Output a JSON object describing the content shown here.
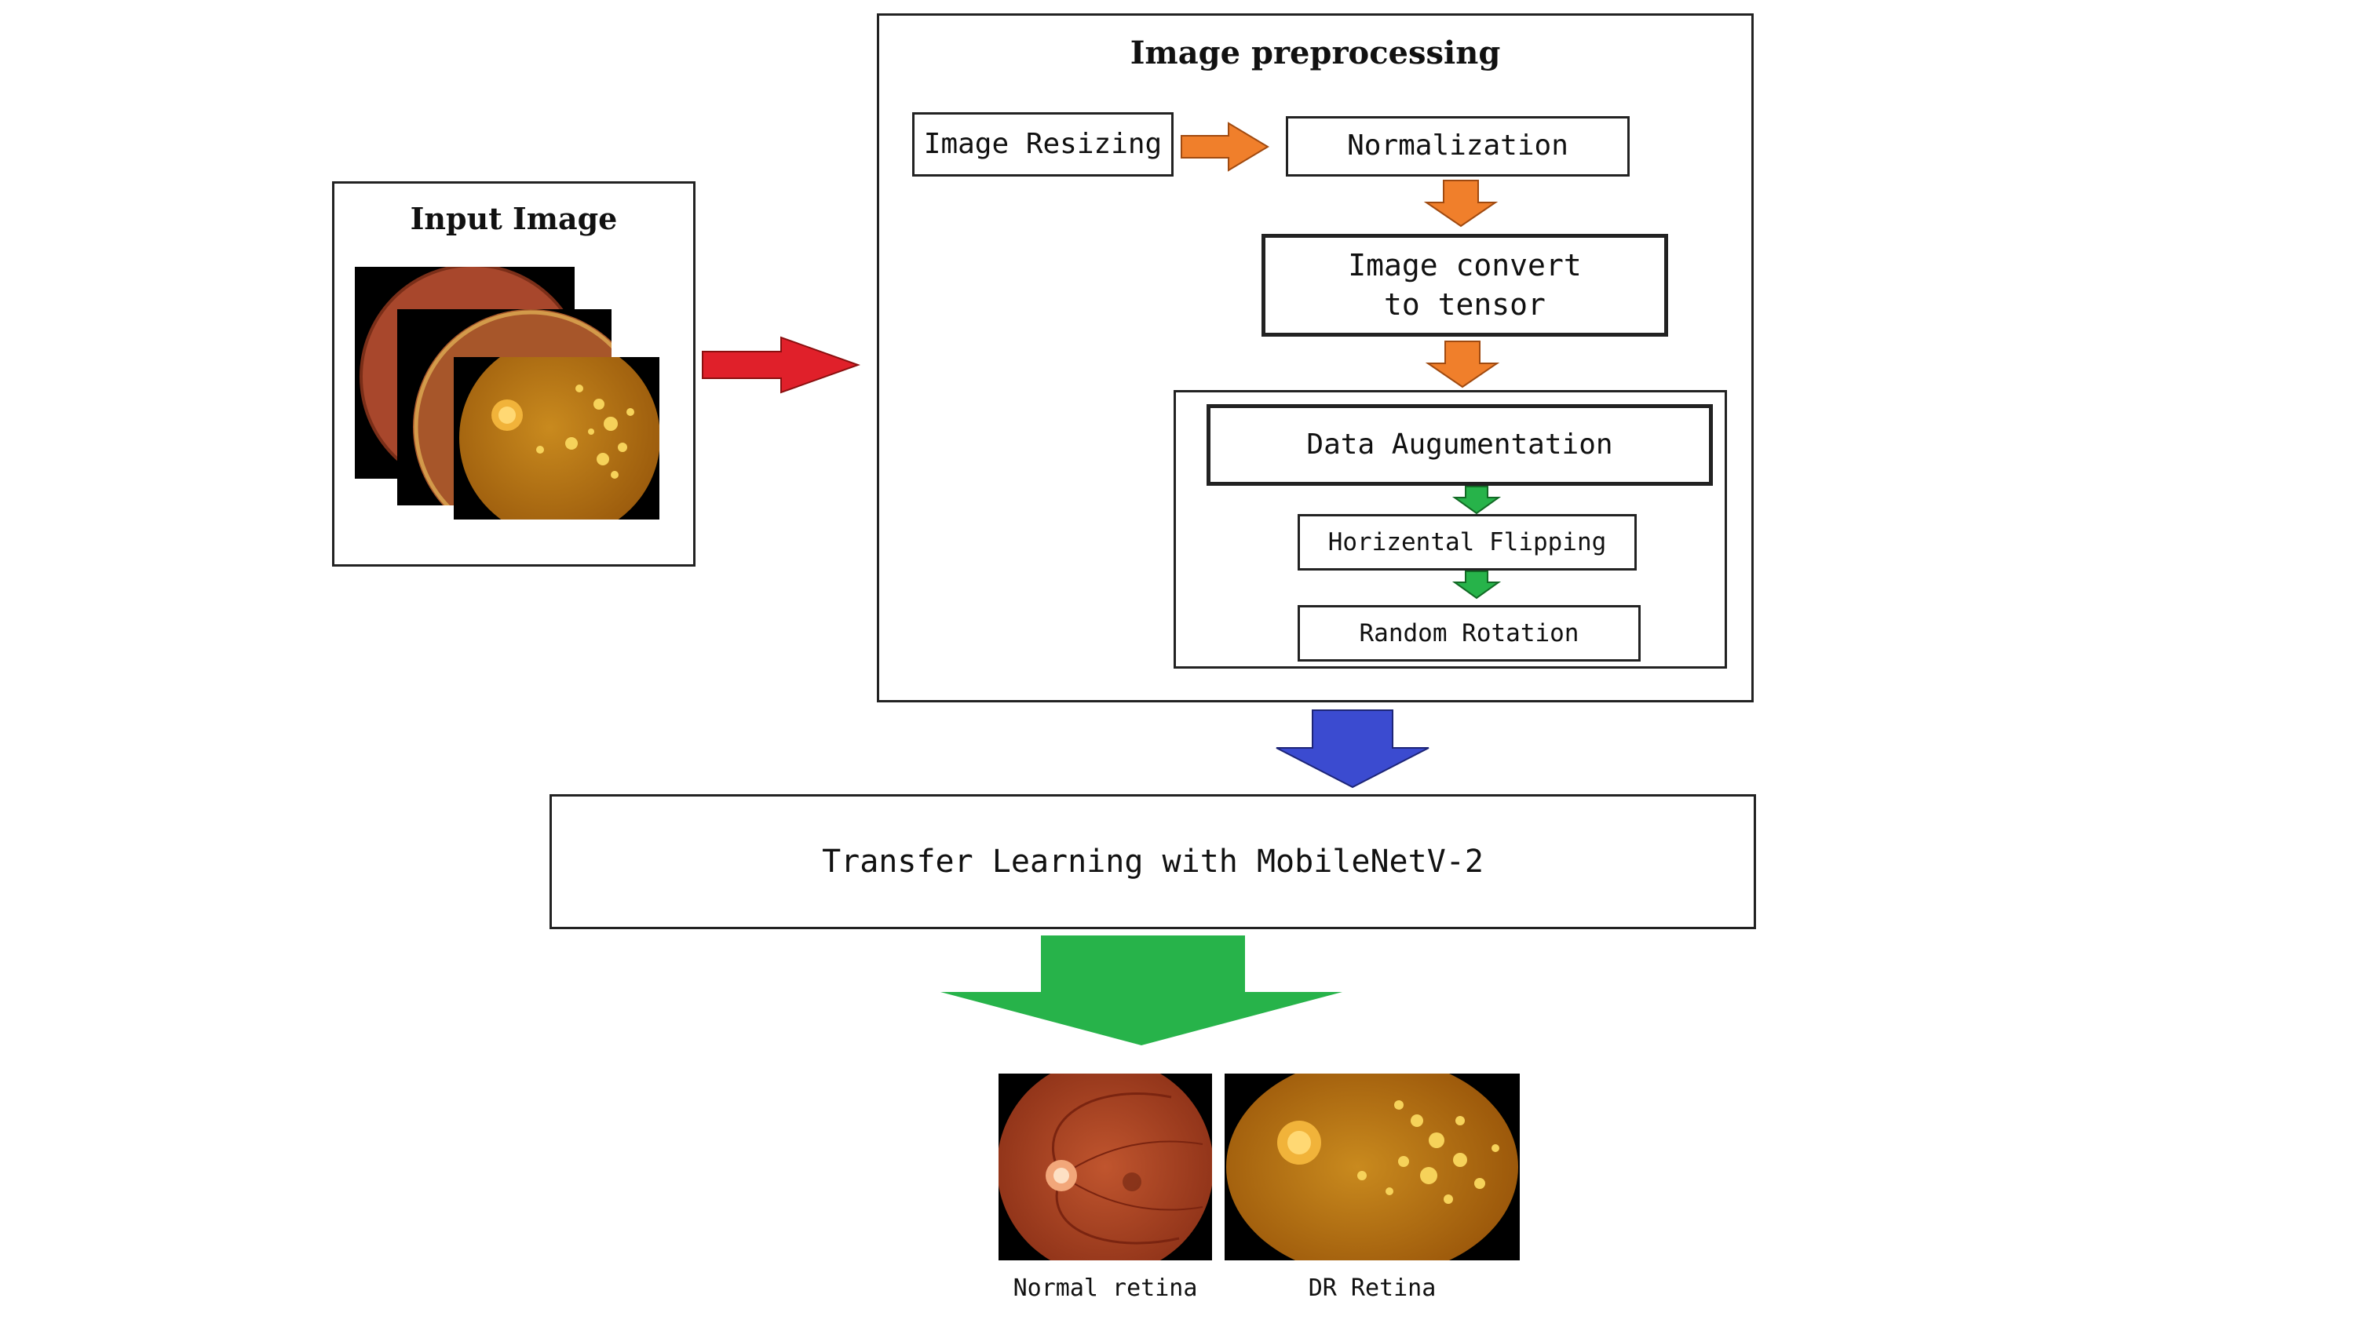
{
  "input_panel": {
    "title": "Input Image"
  },
  "preprocessing": {
    "title": "Image preprocessing",
    "resize": "Image Resizing",
    "normalization": "Normalization",
    "convert": "Image convert\nto tensor",
    "augmentation": {
      "title": "Data Augumentation",
      "flip": "Horizental Flipping",
      "rotation": "Random Rotation"
    }
  },
  "model": {
    "label": "Transfer Learning with MobileNetV-2"
  },
  "outputs": [
    {
      "label": "Normal retina"
    },
    {
      "label": "DR Retina"
    }
  ],
  "colors": {
    "arrow_red": "#e0202a",
    "arrow_orange": "#f07f2b",
    "arrow_green": "#27b34a",
    "arrow_blue": "#3b4bd0",
    "retina_normal": "#b2472a",
    "retina_dr": "#b86a14"
  }
}
